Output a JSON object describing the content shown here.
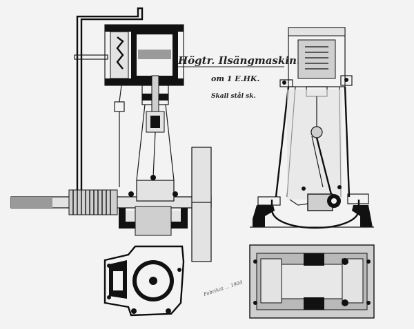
{
  "drawing": {
    "title": "Högtr. Ilsängmaskin.",
    "line2": "om 1 E.HK.",
    "line3": "Skall stål sk.",
    "signature": "Fabrikat ... 1904"
  },
  "colors": {
    "paper": "#f3f3f1",
    "ink": "#111111",
    "shade": "#9a9a9a"
  }
}
